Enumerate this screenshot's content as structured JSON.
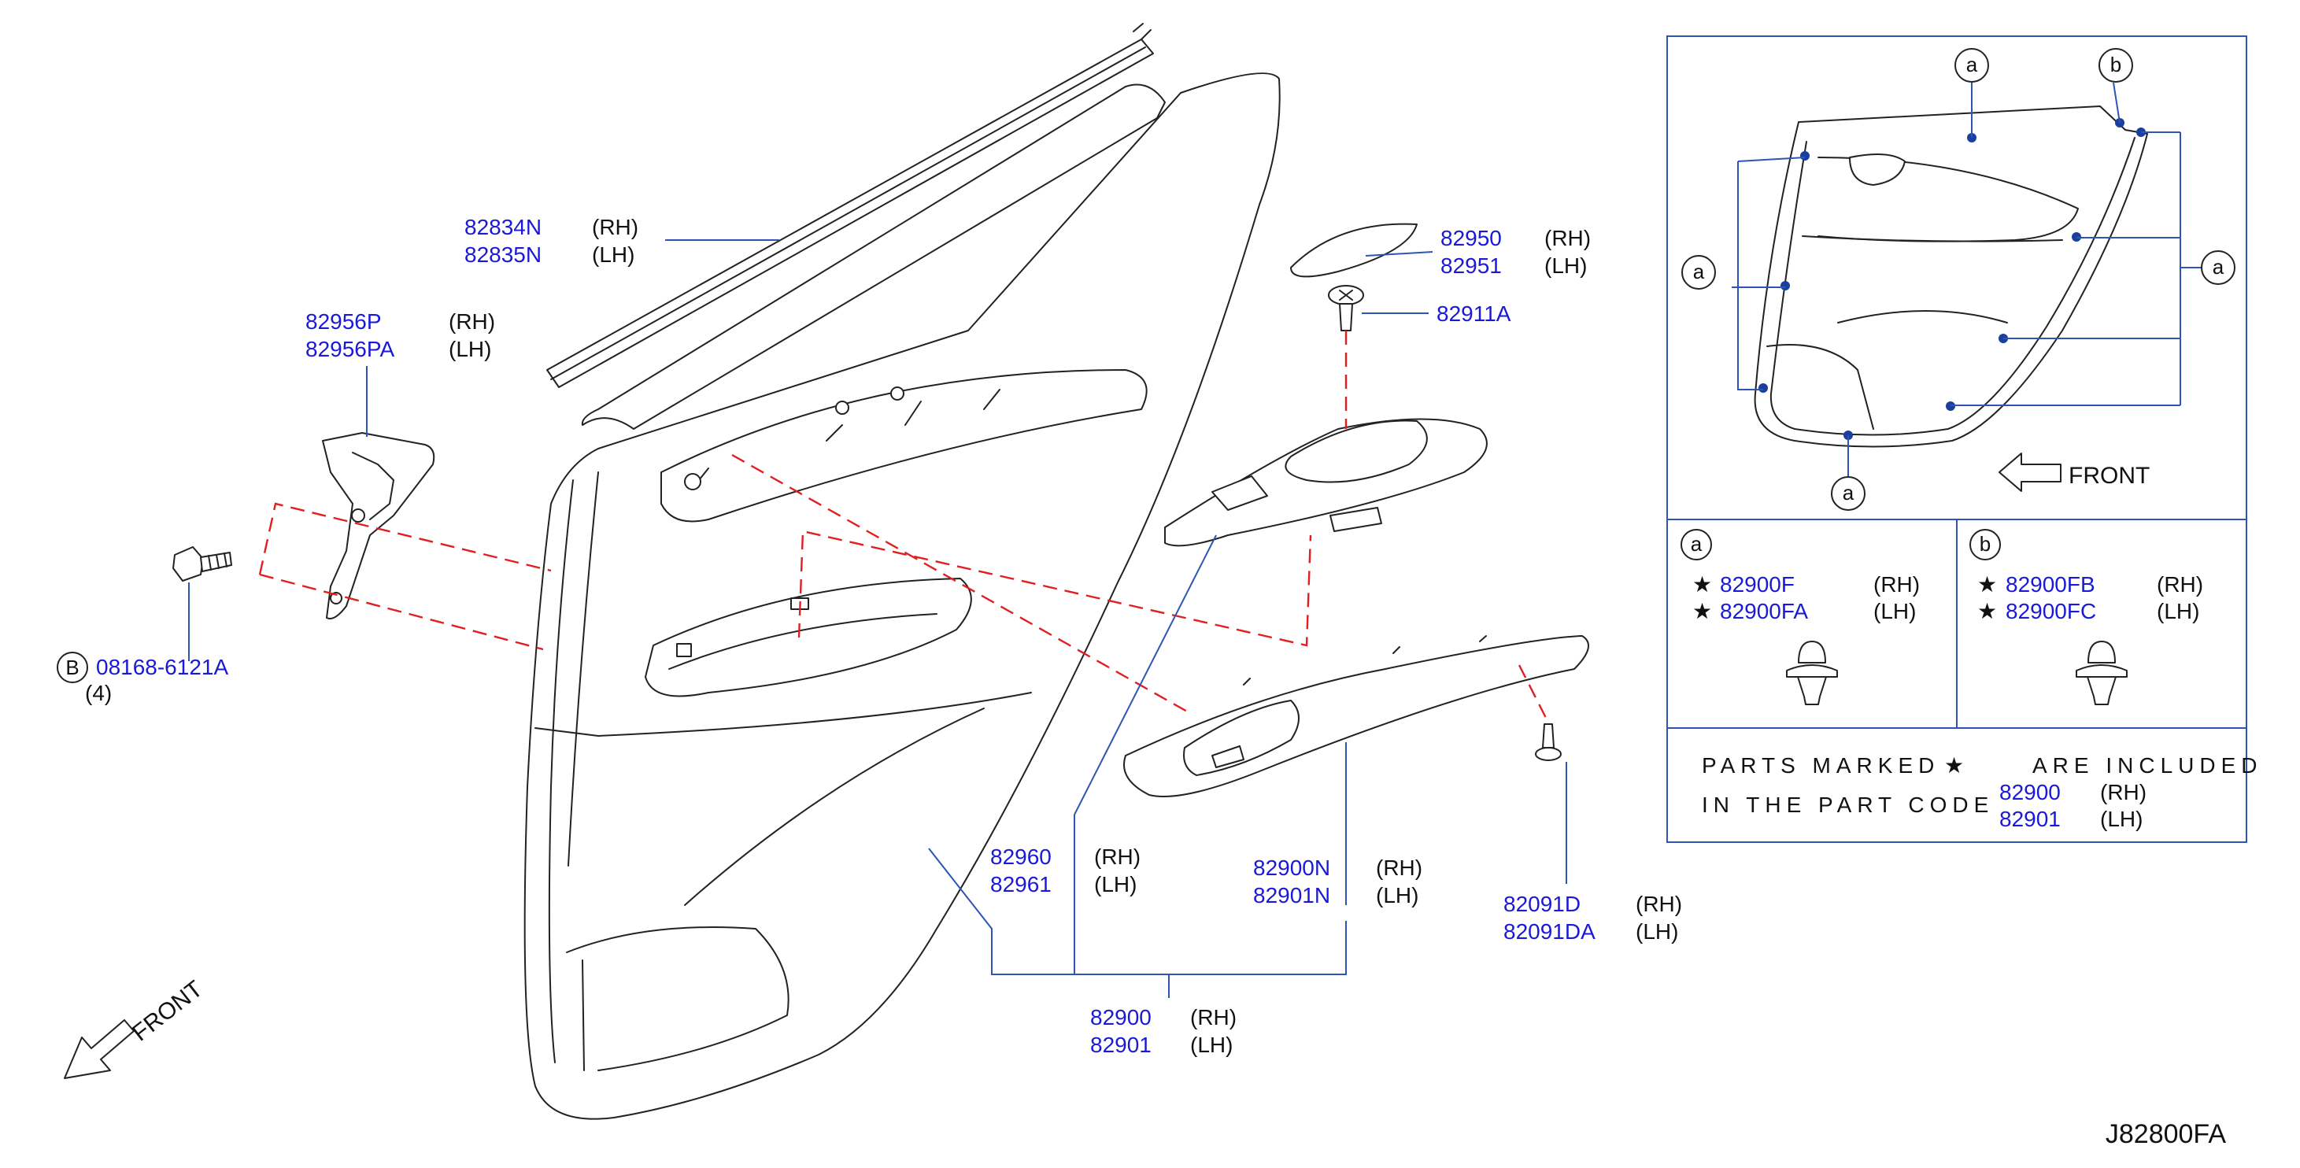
{
  "drawing_code": "J82800FA",
  "front_label": "FRONT",
  "note": {
    "line1_a": "PARTS MARKED",
    "line1_b": "ARE INCLUDED",
    "line2": "IN THE PART CODE",
    "codes": [
      {
        "num": "82900",
        "side": "(RH)"
      },
      {
        "num": "82901",
        "side": "(LH)"
      }
    ]
  },
  "clip_sections": [
    {
      "label": "a",
      "parts": [
        {
          "num": "82900F",
          "side": "(RH)"
        },
        {
          "num": "82900FA",
          "side": "(LH)"
        }
      ]
    },
    {
      "label": "b",
      "parts": [
        {
          "num": "82900FB",
          "side": "(RH)"
        },
        {
          "num": "82900FC",
          "side": "(LH)"
        }
      ]
    }
  ],
  "inset_callouts": [
    "a",
    "b",
    "a",
    "a",
    "a"
  ],
  "callouts": {
    "weatherstrip": {
      "rh": "82834N",
      "lh": "82835N",
      "rh_side": "(RH)",
      "lh_side": "(LH)"
    },
    "bracket": {
      "rh": "82956P",
      "lh": "82956PA",
      "rh_side": "(RH)",
      "lh_side": "(LH)"
    },
    "bolt": {
      "circle": "B",
      "num": "08168-6121A",
      "qty": "(4)"
    },
    "trim_cover": {
      "rh": "82950",
      "lh": "82951",
      "rh_side": "(RH)",
      "lh_side": "(LH)"
    },
    "screw": {
      "num": "82911A"
    },
    "switch_finisher": {
      "rh": "82960",
      "lh": "82961",
      "rh_side": "(RH)",
      "lh_side": "(LH)"
    },
    "armrest": {
      "rh": "82900N",
      "lh": "82901N",
      "rh_side": "(RH)",
      "lh_side": "(LH)"
    },
    "clip": {
      "rh": "82091D",
      "lh": "82091DA",
      "rh_side": "(RH)",
      "lh_side": "(LH)"
    },
    "assembly": {
      "rh": "82900",
      "lh": "82901",
      "rh_side": "(RH)",
      "lh_side": "(LH)"
    }
  }
}
